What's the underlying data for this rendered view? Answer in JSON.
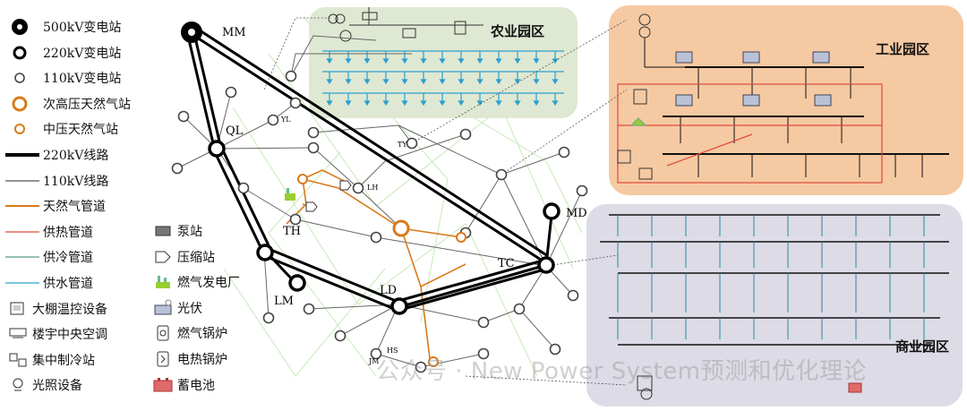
{
  "legend": {
    "items": [
      {
        "label": "500kV变电站",
        "icon": "substation-500kv-icon"
      },
      {
        "label": "220kV变电站",
        "icon": "substation-220kv-icon"
      },
      {
        "label": "110kV变电站",
        "icon": "substation-110kv-icon"
      },
      {
        "label": "次高压天然气站",
        "icon": "gas-station-hp-icon"
      },
      {
        "label": "中压天然气站",
        "icon": "gas-station-mp-icon"
      },
      {
        "label": "220kV线路",
        "icon": "line-220kv-icon"
      },
      {
        "label": "110kV线路",
        "icon": "line-110kv-icon"
      },
      {
        "label": "天然气管道",
        "icon": "gas-pipe-icon"
      },
      {
        "label": "供热管道",
        "icon": "heat-pipe-icon"
      },
      {
        "label": "供冷管道",
        "icon": "cool-pipe-icon"
      },
      {
        "label": "供水管道",
        "icon": "water-pipe-icon"
      },
      {
        "label": "大棚温控设备",
        "icon": "greenhouse-control-icon"
      },
      {
        "label": "楼宇中央空调",
        "icon": "central-ac-icon"
      },
      {
        "label": "集中制冷站",
        "icon": "cooling-station-icon"
      },
      {
        "label": "光照设备",
        "icon": "lighting-icon"
      }
    ],
    "items2": [
      {
        "label": "泵站",
        "icon": "pump-station-icon"
      },
      {
        "label": "压缩站",
        "icon": "compressor-icon"
      },
      {
        "label": "燃气发电厂",
        "icon": "gas-plant-icon"
      },
      {
        "label": "光伏",
        "icon": "pv-icon"
      },
      {
        "label": "燃气锅炉",
        "icon": "gas-boiler-icon"
      },
      {
        "label": "电热锅炉",
        "icon": "electric-boiler-icon"
      },
      {
        "label": "蓄电池",
        "icon": "battery-icon"
      }
    ]
  },
  "nodes": {
    "MM": "MM",
    "QL": "QL",
    "YL": "YL",
    "TY": "TY",
    "LH": "LH",
    "TH": "TH",
    "LM": "LM",
    "LD": "LD",
    "TC": "TC",
    "MD": "MD",
    "JM": "JM",
    "HS": "HS"
  },
  "parks": {
    "agriculture": "农业园区",
    "industrial": "工业园区",
    "commercial": "商业园区"
  },
  "watermark": "公众号 · New Power System预测和优化理论",
  "colors": {
    "gas": "#d97a1c",
    "heat": "#e04a3a",
    "cool": "#5a9a8a",
    "water": "#2aa0d0",
    "agri_bg": "#dfe8d2",
    "ind_bg": "#f5c9a2",
    "com_bg": "#dcdbe6"
  }
}
